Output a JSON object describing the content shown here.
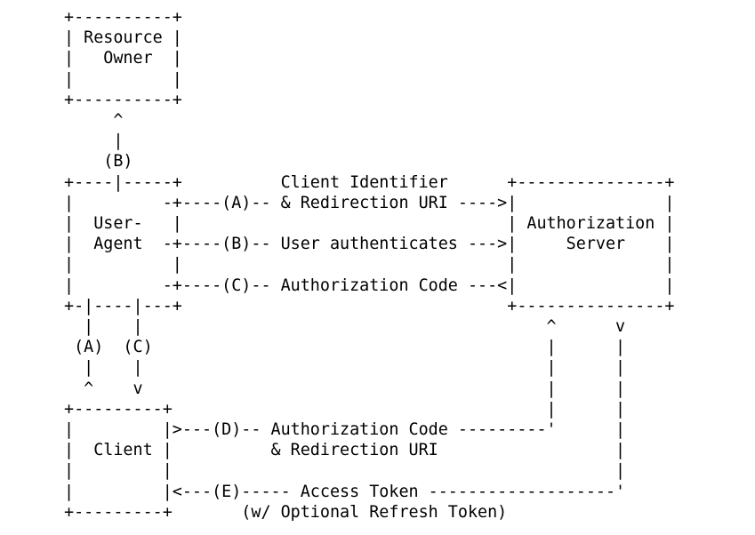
{
  "colors": {
    "background": "#ffffff",
    "text": "#000000"
  },
  "diagram": {
    "ascii": "+----------+\n| Resource |\n|   Owner  |\n|          |\n+----------+\n     ^\n     |\n    (B)\n+----|-----+          Client Identifier      +---------------+\n|         -+----(A)-- & Redirection URI ---->|               |\n|  User-   |                                 | Authorization |\n|  Agent  -+----(B)-- User authenticates --->|     Server    |\n|          |                                 |               |\n|         -+----(C)-- Authorization Code ---<|               |\n+-|----|---+                                 +---------------+\n  |    |                                         ^      v\n (A)  (C)                                        |      |\n  |    |                                         |      |\n  ^    v                                         |      |\n+---------+                                      |      |\n|         |>---(D)-- Authorization Code ---------'      |\n|  Client |          & Redirection URI                  |\n|         |                                             |\n|         |<---(E)----- Access Token -------------------'\n+---------+       (w/ Optional Refresh Token)",
    "entities": [
      {
        "name": "Resource Owner"
      },
      {
        "name": "User-Agent"
      },
      {
        "name": "Authorization Server"
      },
      {
        "name": "Client"
      }
    ],
    "flow_steps": [
      {
        "id": "(A)",
        "label": "Client Identifier & Redirection URI"
      },
      {
        "id": "(B)",
        "label": "User authenticates"
      },
      {
        "id": "(C)",
        "label": "Authorization Code"
      },
      {
        "id": "(D)",
        "label": "Authorization Code & Redirection URI"
      },
      {
        "id": "(E)",
        "label": "Access Token (w/ Optional Refresh Token)"
      }
    ]
  }
}
